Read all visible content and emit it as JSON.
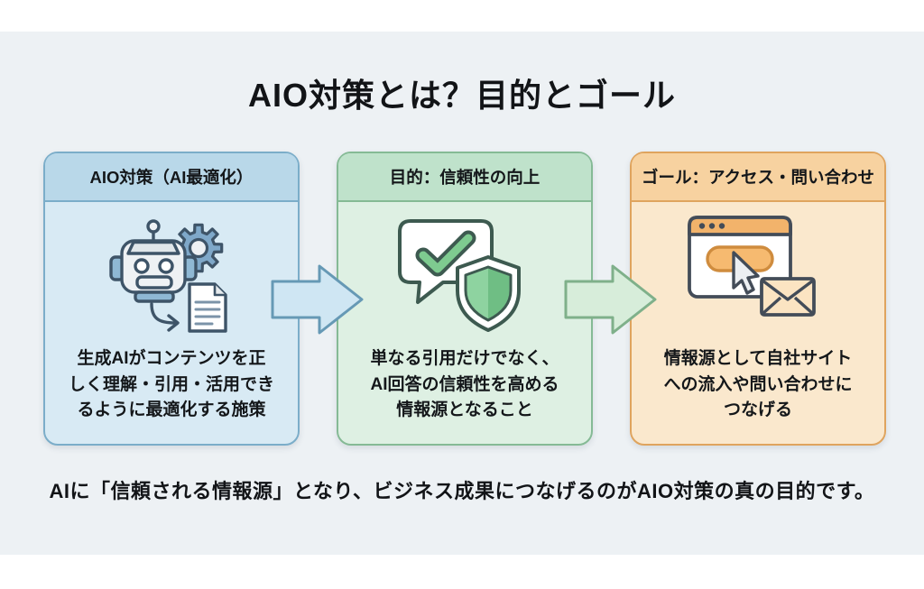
{
  "page": {
    "background_color": "#edf1f4",
    "title": "AIO対策とは？目的とゴール",
    "footer": "AIに「信頼される情報源」となり、ビジネス成果につなげるのがAIO対策の真の目的です。"
  },
  "cards": [
    {
      "header": "AIO対策（AI最適化）",
      "body": "生成AIがコンテンツを正\nしく理解・引用・活用でき\nるように最適化する施策",
      "icon": "robot-gear-document-icon",
      "colors": {
        "header_bg": "#b9d8e9",
        "body_bg": "#d8eaf4",
        "border": "#7badc9"
      }
    },
    {
      "header": "目的：信頼性の向上",
      "body": "単なる引用だけでなく、\nAI回答の信頼性を高める\n情報源となること",
      "icon": "chat-check-shield-icon",
      "colors": {
        "header_bg": "#bfe2cb",
        "body_bg": "#def0e3",
        "border": "#85ba95"
      }
    },
    {
      "header": "ゴール：アクセス・問い合わせ",
      "body": "情報源として自社サイト\nへの流入や問い合わせに\nつなげる",
      "icon": "browser-cursor-mail-icon",
      "colors": {
        "header_bg": "#f7d2a0",
        "body_bg": "#fae8cd",
        "border": "#dfa45e"
      }
    }
  ],
  "arrows": [
    {
      "name": "arrow-step1-to-step2",
      "fill": "#cfe6f3",
      "stroke": "#6699b5"
    },
    {
      "name": "arrow-step2-to-step3",
      "fill": "#d7edda",
      "stroke": "#7fb08a"
    }
  ]
}
